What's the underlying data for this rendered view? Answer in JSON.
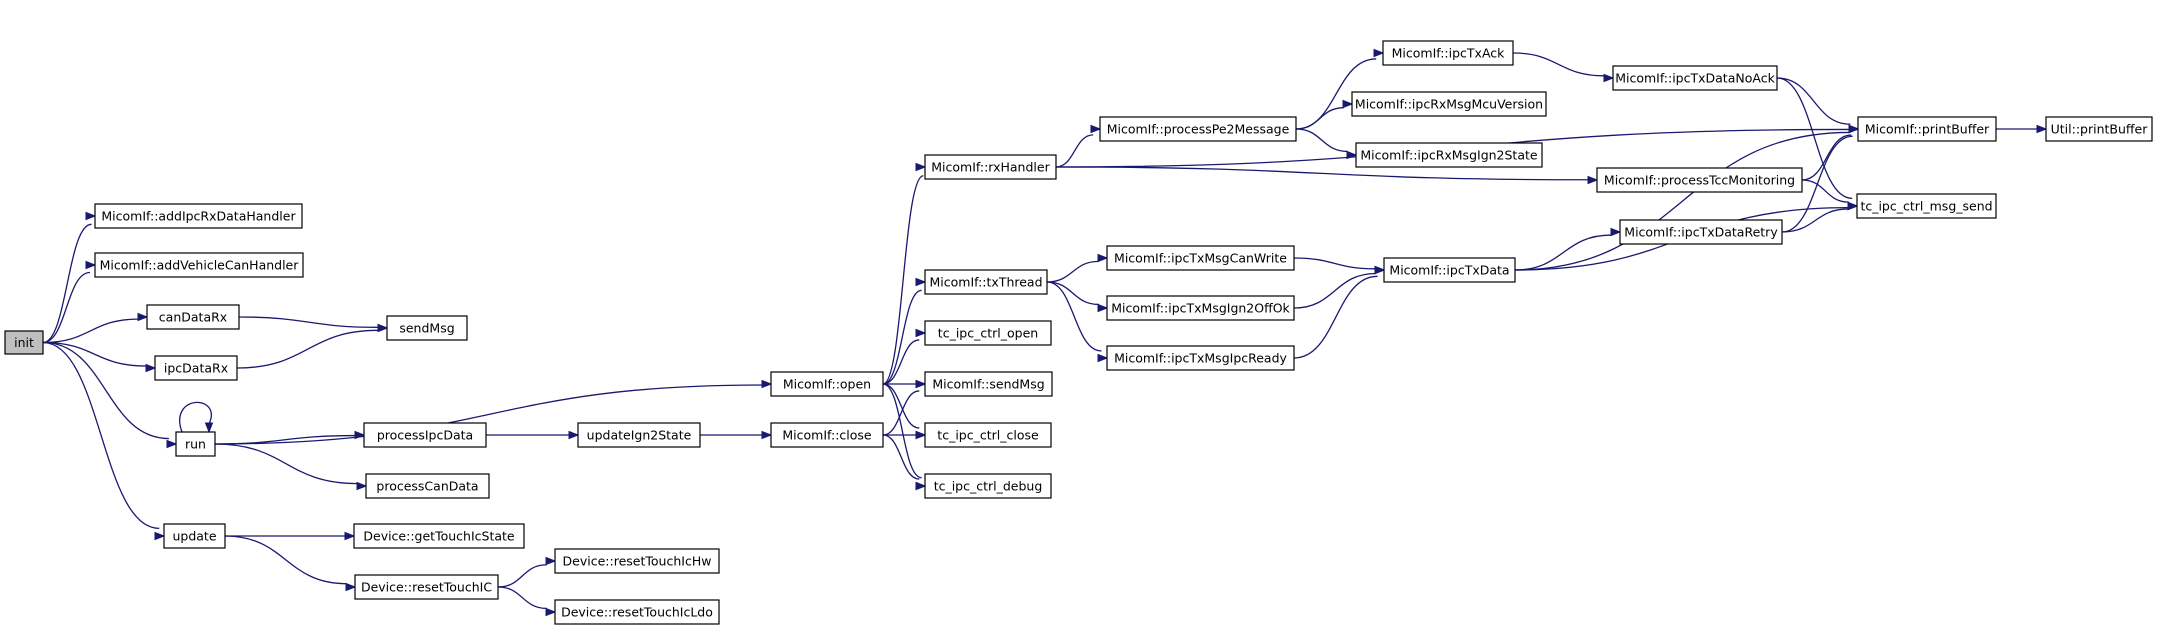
{
  "colors": {
    "edge": "#191970",
    "root_fill": "#bfbfbf",
    "node_fill": "#ffffff",
    "node_border": "#000000"
  },
  "nodes": [
    {
      "id": "init",
      "label": "init",
      "root": true
    },
    {
      "id": "addIpc",
      "label": "MicomIf::addIpcRxDataHandler"
    },
    {
      "id": "addVeh",
      "label": "MicomIf::addVehicleCanHandler"
    },
    {
      "id": "canDataRx",
      "label": "canDataRx"
    },
    {
      "id": "ipcDataRx",
      "label": "ipcDataRx"
    },
    {
      "id": "sendMsg",
      "label": "sendMsg"
    },
    {
      "id": "run",
      "label": "run"
    },
    {
      "id": "processIpcData",
      "label": "processIpcData"
    },
    {
      "id": "processCanData",
      "label": "processCanData"
    },
    {
      "id": "updateIgn2State",
      "label": "updateIgn2State"
    },
    {
      "id": "update",
      "label": "update"
    },
    {
      "id": "getTouch",
      "label": "Device::getTouchIcState"
    },
    {
      "id": "resetTouch",
      "label": "Device::resetTouchIC"
    },
    {
      "id": "resetHw",
      "label": "Device::resetTouchIcHw"
    },
    {
      "id": "resetLdo",
      "label": "Device::resetTouchIcLdo"
    },
    {
      "id": "open",
      "label": "MicomIf::open"
    },
    {
      "id": "close",
      "label": "MicomIf::close"
    },
    {
      "id": "rxHandler",
      "label": "MicomIf::rxHandler"
    },
    {
      "id": "txThread",
      "label": "MicomIf::txThread"
    },
    {
      "id": "ctrlOpen",
      "label": "tc_ipc_ctrl_open"
    },
    {
      "id": "mSendMsg",
      "label": "MicomIf::sendMsg"
    },
    {
      "id": "ctrlClose",
      "label": "tc_ipc_ctrl_close"
    },
    {
      "id": "ctrlDebug",
      "label": "tc_ipc_ctrl_debug"
    },
    {
      "id": "processPe2",
      "label": "MicomIf::processPe2Message"
    },
    {
      "id": "ipcTxAck",
      "label": "MicomIf::ipcTxAck"
    },
    {
      "id": "rxMcuVer",
      "label": "MicomIf::ipcRxMsgMcuVersion"
    },
    {
      "id": "rxIgn2",
      "label": "MicomIf::ipcRxMsgIgn2State"
    },
    {
      "id": "txCanWrite",
      "label": "MicomIf::ipcTxMsgCanWrite"
    },
    {
      "id": "txIgn2Off",
      "label": "MicomIf::ipcTxMsgIgn2OffOk"
    },
    {
      "id": "txIpcReady",
      "label": "MicomIf::ipcTxMsgIpcReady"
    },
    {
      "id": "ipcTxData",
      "label": "MicomIf::ipcTxData"
    },
    {
      "id": "txNoAck",
      "label": "MicomIf::ipcTxDataNoAck"
    },
    {
      "id": "procTcc",
      "label": "MicomIf::processTccMonitoring"
    },
    {
      "id": "txRetry",
      "label": "MicomIf::ipcTxDataRetry"
    },
    {
      "id": "printBuffer",
      "label": "MicomIf::printBuffer"
    },
    {
      "id": "msgSend",
      "label": "tc_ipc_ctrl_msg_send"
    },
    {
      "id": "utilPrint",
      "label": "Util::printBuffer"
    }
  ],
  "edges": [
    [
      "init",
      "addIpc"
    ],
    [
      "init",
      "addVeh"
    ],
    [
      "init",
      "canDataRx"
    ],
    [
      "init",
      "ipcDataRx"
    ],
    [
      "init",
      "run"
    ],
    [
      "init",
      "update"
    ],
    [
      "canDataRx",
      "sendMsg"
    ],
    [
      "ipcDataRx",
      "sendMsg"
    ],
    [
      "run",
      "run"
    ],
    [
      "run",
      "open"
    ],
    [
      "run",
      "processIpcData"
    ],
    [
      "run",
      "processCanData"
    ],
    [
      "processIpcData",
      "updateIgn2State"
    ],
    [
      "updateIgn2State",
      "close"
    ],
    [
      "update",
      "getTouch"
    ],
    [
      "update",
      "resetTouch"
    ],
    [
      "resetTouch",
      "resetHw"
    ],
    [
      "resetTouch",
      "resetLdo"
    ],
    [
      "open",
      "rxHandler"
    ],
    [
      "open",
      "txThread"
    ],
    [
      "open",
      "ctrlOpen"
    ],
    [
      "open",
      "mSendMsg"
    ],
    [
      "open",
      "ctrlClose"
    ],
    [
      "open",
      "ctrlDebug"
    ],
    [
      "close",
      "mSendMsg"
    ],
    [
      "close",
      "ctrlClose"
    ],
    [
      "close",
      "ctrlDebug"
    ],
    [
      "rxHandler",
      "printBuffer"
    ],
    [
      "rxHandler",
      "processPe2"
    ],
    [
      "rxHandler",
      "procTcc"
    ],
    [
      "processPe2",
      "ipcTxAck"
    ],
    [
      "processPe2",
      "rxMcuVer"
    ],
    [
      "processPe2",
      "rxIgn2"
    ],
    [
      "ipcTxAck",
      "txNoAck"
    ],
    [
      "txNoAck",
      "printBuffer"
    ],
    [
      "txNoAck",
      "msgSend"
    ],
    [
      "txThread",
      "txCanWrite"
    ],
    [
      "txThread",
      "txIgn2Off"
    ],
    [
      "txThread",
      "txIpcReady"
    ],
    [
      "txCanWrite",
      "ipcTxData"
    ],
    [
      "txIgn2Off",
      "ipcTxData"
    ],
    [
      "txIpcReady",
      "ipcTxData"
    ],
    [
      "ipcTxData",
      "printBuffer"
    ],
    [
      "ipcTxData",
      "txRetry"
    ],
    [
      "ipcTxData",
      "msgSend"
    ],
    [
      "procTcc",
      "printBuffer"
    ],
    [
      "procTcc",
      "msgSend"
    ],
    [
      "txRetry",
      "printBuffer"
    ],
    [
      "txRetry",
      "msgSend"
    ],
    [
      "printBuffer",
      "utilPrint"
    ]
  ]
}
